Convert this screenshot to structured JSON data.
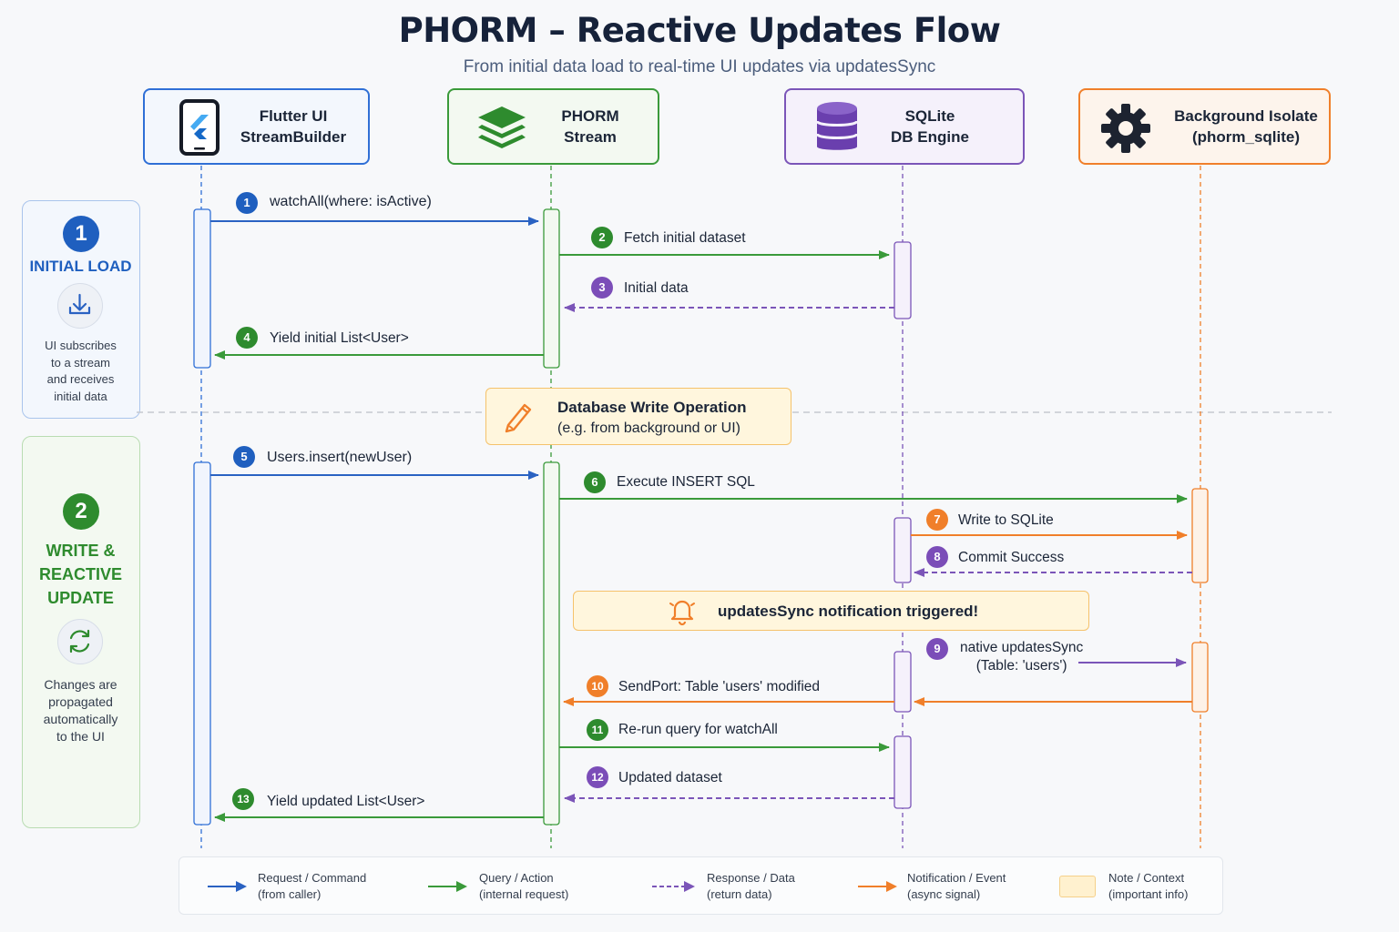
{
  "header": {
    "title": "PHORM – Reactive Updates Flow",
    "subtitle": "From initial data load to real-time UI updates via updatesSync"
  },
  "actors": [
    {
      "line1": "Flutter UI",
      "line2": "StreamBuilder",
      "icon": "flutter-phone-icon",
      "color": "#2f6fd6"
    },
    {
      "line1": "PHORM",
      "line2": "Stream",
      "icon": "layers-icon",
      "color": "#3a9a3a"
    },
    {
      "line1": "SQLite",
      "line2": "DB Engine",
      "icon": "database-icon",
      "color": "#7b55b8"
    },
    {
      "line1": "Background Isolate",
      "line2": "(phorm_sqlite)",
      "icon": "gear-icon",
      "color": "#f07f2a"
    }
  ],
  "phases": [
    {
      "num": "1",
      "title": "INITIAL LOAD",
      "desc": [
        "UI subscribes",
        "to a stream",
        "and receives",
        "initial data"
      ],
      "icon": "download-icon",
      "color": "#2164c4"
    },
    {
      "num": "2",
      "title": [
        "WRITE &",
        "REACTIVE",
        "UPDATE"
      ],
      "desc": [
        "Changes are",
        "propagated",
        "automatically",
        "to the UI"
      ],
      "icon": "refresh-icon",
      "color": "#2e8b2e"
    }
  ],
  "notes": {
    "write_op_title": "Database Write Operation",
    "write_op_sub": "(e.g. from background or UI)",
    "updates_sync": "updatesSync notification triggered!"
  },
  "messages": [
    {
      "num": "1",
      "label": "watchAll(where: isActive)",
      "kind": "request"
    },
    {
      "num": "2",
      "label": "Fetch initial dataset",
      "kind": "query"
    },
    {
      "num": "3",
      "label": "Initial data",
      "kind": "response"
    },
    {
      "num": "4",
      "label": "Yield initial List<User>",
      "kind": "query"
    },
    {
      "num": "5",
      "label": "Users.insert(newUser)",
      "kind": "request"
    },
    {
      "num": "6",
      "label": "Execute INSERT SQL",
      "kind": "query"
    },
    {
      "num": "7",
      "label": "Write to SQLite",
      "kind": "notification"
    },
    {
      "num": "8",
      "label": "Commit Success",
      "kind": "response"
    },
    {
      "num": "9",
      "label": "native updatesSync",
      "label2": "(Table: 'users')",
      "kind": "response"
    },
    {
      "num": "10",
      "label": "SendPort: Table 'users' modified",
      "kind": "notification"
    },
    {
      "num": "11",
      "label": "Re-run query for watchAll",
      "kind": "query"
    },
    {
      "num": "12",
      "label": "Updated dataset",
      "kind": "response"
    },
    {
      "num": "13",
      "label": "Yield updated List<User>",
      "kind": "query"
    }
  ],
  "legend": [
    {
      "line1": "Request / Command",
      "line2": "(from caller)",
      "kind": "request"
    },
    {
      "line1": "Query / Action",
      "line2": "(internal request)",
      "kind": "query"
    },
    {
      "line1": "Response / Data",
      "line2": "(return data)",
      "kind": "response"
    },
    {
      "line1": "Notification / Event",
      "line2": "(async signal)",
      "kind": "notification"
    },
    {
      "line1": "Note / Context",
      "line2": "(important info)",
      "kind": "note"
    }
  ],
  "colors": {
    "request": "#2a62c2",
    "query": "#3a9a3a",
    "response": "#7b55b8",
    "notification": "#f07f2a",
    "badge_request": "#1f5fbf",
    "badge_query": "#2e8b2e",
    "badge_response": "#7b4db8",
    "badge_notification": "#f07f2a"
  }
}
